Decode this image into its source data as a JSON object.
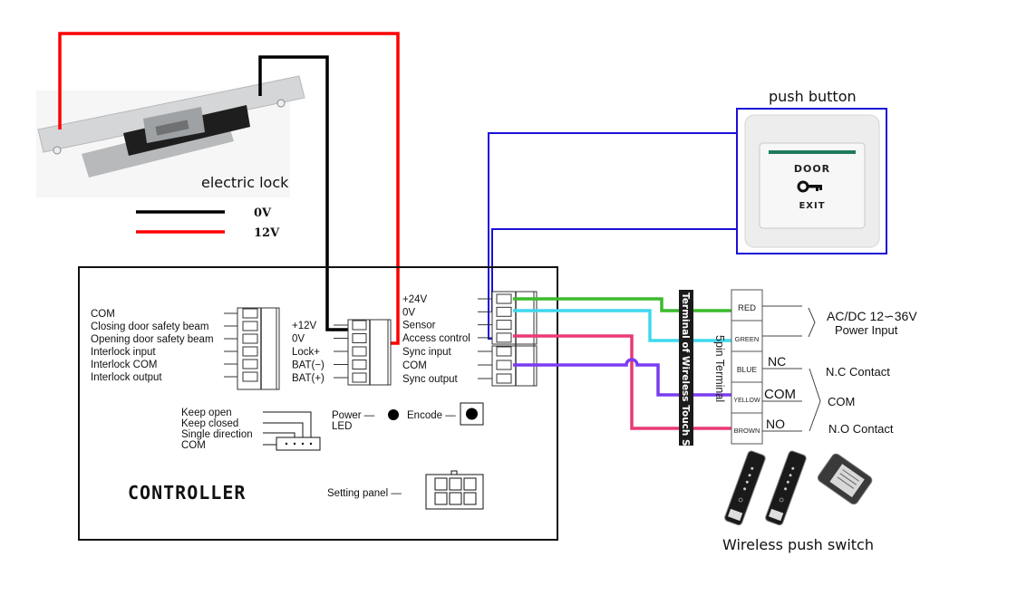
{
  "colors": {
    "wire_12v": "#ff0000",
    "wire_0v": "#000000",
    "push_button_wire": "#1a10d8",
    "wire_red": "#3cba2c",
    "wire_green": "#3fd8ef",
    "wire_yellow": "#7a3cf0",
    "wire_brown": "#ea3a72"
  },
  "electric_lock": {
    "label": "electric lock",
    "legend": [
      {
        "label": "0V",
        "color": "#000000"
      },
      {
        "label": "12V",
        "color": "#ff0000"
      }
    ]
  },
  "push_button": {
    "title": "push button",
    "face_top": "DOOR",
    "face_bottom": "EXIT",
    "icon": "key-icon"
  },
  "controller": {
    "title": "CONTROLLER",
    "left_terminal_labels": [
      "COM",
      "Closing door safety beam",
      "Opening door safety beam",
      "Interlock input",
      "Interlock COM",
      "Interlock output"
    ],
    "power_terminal_labels": [
      "+12V",
      "0V",
      "Lock+",
      "BAT(−)",
      "BAT(+)"
    ],
    "right_terminal_labels": [
      "+24V",
      "0V",
      "Sensor",
      "Access control",
      "Sync input",
      "COM",
      "Sync output"
    ],
    "mode_labels": [
      "Keep open",
      "Keep closed",
      "Single direction",
      "COM"
    ],
    "power_led_label_line1": "Power —",
    "power_led_label_line2": "LED",
    "encode_label": "Encode —",
    "setting_panel_label": "Setting panel —"
  },
  "wireless_terminal": {
    "vertical_label": "Terminal of Wireless Touch Switch",
    "pin_label": "5pin Terminal",
    "pins": [
      "RED",
      "GREEN",
      "BLUE",
      "YELLOW",
      "BROWN"
    ],
    "contact_tags": [
      "NC",
      "COM",
      "NO"
    ],
    "power_input_line1": "AC/DC 12∽36V",
    "power_input_line2": "Power Input",
    "nc_contact": "N.C Contact",
    "com": "COM",
    "no_contact": "N.O Contact"
  },
  "wireless_switch": {
    "caption": "Wireless push switch"
  }
}
